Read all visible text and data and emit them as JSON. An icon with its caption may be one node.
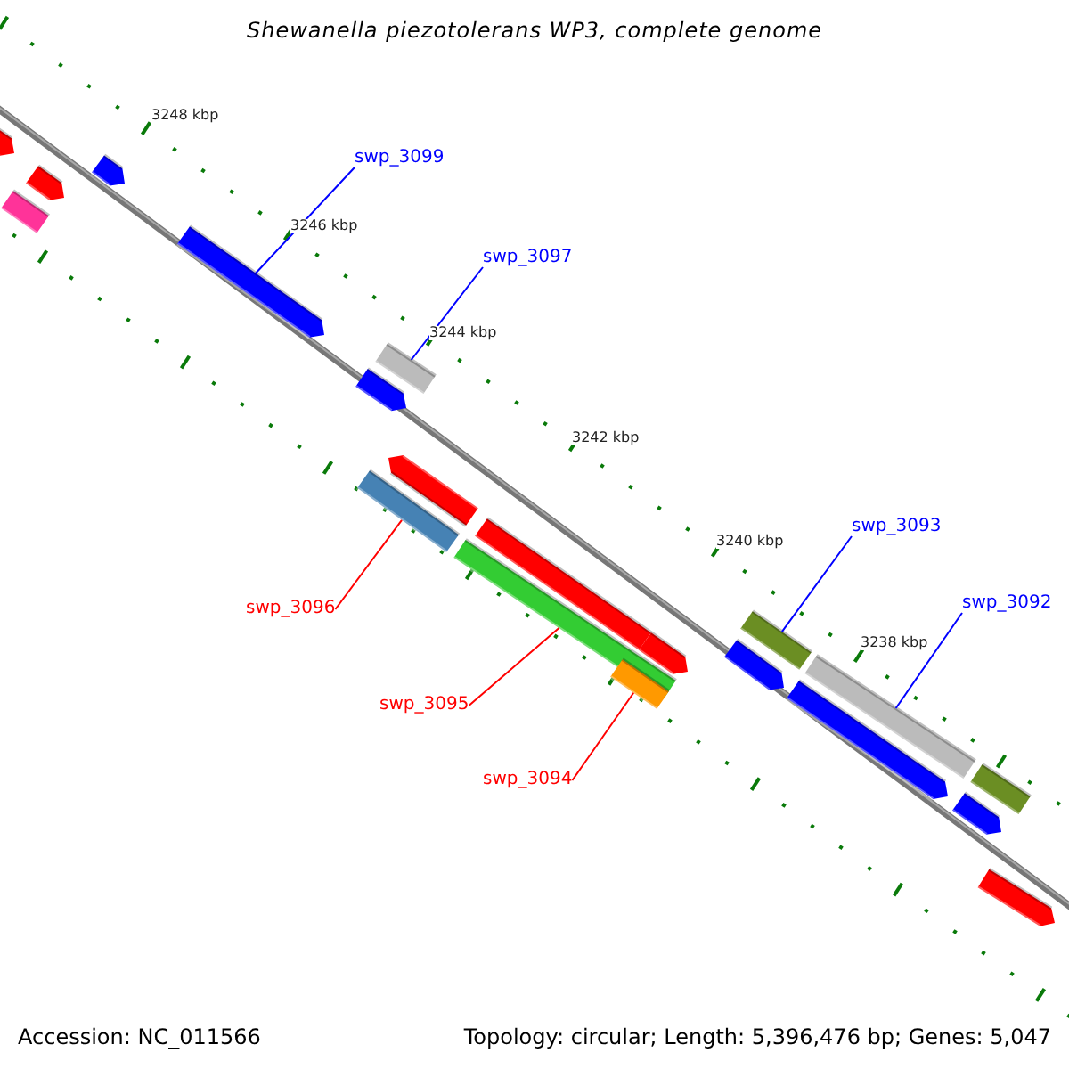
{
  "diagram": {
    "title": "Shewanella piezotolerans WP3, complete genome",
    "nodes": [
      {
        "text": [
          "swp_3099"
        ]
      },
      {
        "text": [
          "swp_3097"
        ]
      },
      {
        "text": [
          "swp_3093"
        ]
      },
      {
        "text": [
          "swp_3092"
        ]
      },
      {
        "text": [
          "swp_3096"
        ]
      },
      {
        "text": [
          "swp_3095"
        ]
      },
      {
        "text": [
          "swp_3094"
        ]
      },
      {
        "text": [],
        "shape": "bar"
      },
      {
        "text": [],
        "shape": "bar"
      },
      {
        "text": [],
        "shape": "bar"
      },
      {
        "text": [],
        "shape": "bar"
      },
      {
        "text": [],
        "shape": "bar"
      },
      {
        "text": [],
        "shape": "bar"
      },
      {
        "text": [],
        "shape": "bar"
      }
    ],
    "edges": [
      {
        "from": 0,
        "to": 7,
        "arrow": "none"
      },
      {
        "from": 1,
        "to": 8,
        "arrow": "none"
      },
      {
        "from": 2,
        "to": 9,
        "arrow": "none"
      },
      {
        "from": 3,
        "to": 10,
        "arrow": "none"
      },
      {
        "from": 4,
        "to": 11,
        "arrow": "none",
        "color": "#ff0000"
      },
      {
        "from": 5,
        "to": 12,
        "arrow": "none",
        "color": "#ff0000"
      },
      {
        "from": 6,
        "to": 13,
        "arrow": "none",
        "color": "#ff0000"
      }
    ],
    "labels": [
      "3248 kbp",
      "3246 kbp",
      "3244 kbp",
      "3242 kbp",
      "3240 kbp",
      "3238 kbp",
      "Accession: NC_011566",
      "Topology: circular; Length: 5,396,476 bp; Genes: 5,047"
    ]
  }
}
